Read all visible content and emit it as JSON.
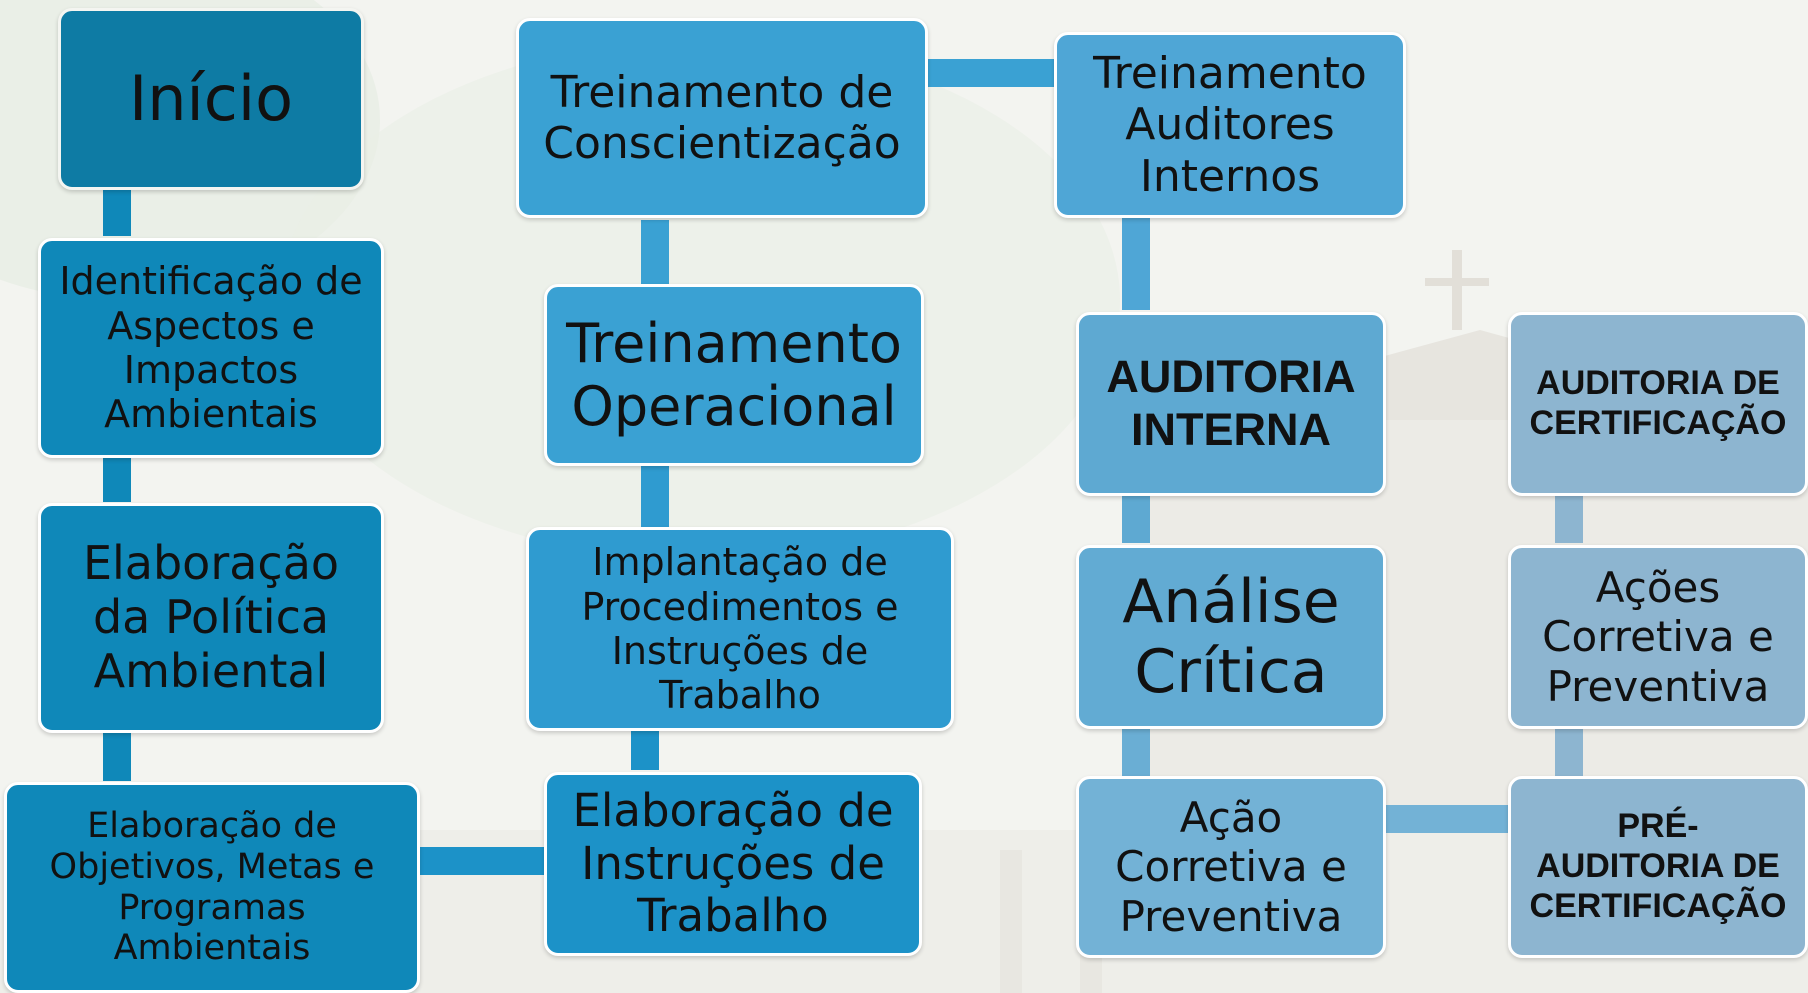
{
  "colors": {
    "col1": "#0f88b9",
    "col1_top": "#0e7ba4",
    "col2": "#3aa1d3",
    "col2_dark": "#1c92c8",
    "col3_light": "#4fa6d6",
    "col3_mid": "#5ea9d2",
    "col3_pale": "#73b2d6",
    "col4": "#8db5d0"
  },
  "boxes": {
    "inicio": "Início",
    "identificacao": "Identificação de\nAspectos e\nImpactos\nAmbientais",
    "politica": "Elaboração\nda Política\nAmbiental",
    "objetivos": "Elaboração de\nObjetivos, Metas e\nProgramas\nAmbientais",
    "conscientizacao": "Treinamento de\nConscientização",
    "operacional": "Treinamento\nOperacional",
    "implantacao": "Implantação de\nProcedimentos e\nInstruções de\nTrabalho",
    "instrucoes": "Elaboração de\nInstruções de\nTrabalho",
    "auditores": "Treinamento\nAuditores\nInternos",
    "auditoria_interna": "AUDITORIA\nINTERNA",
    "analise": "Análise\nCrítica",
    "acao_corretiva": "Ação\nCorretiva e\nPreventiva",
    "auditoria_certificacao": "AUDITORIA DE\nCERTIFICAÇÃO",
    "acoes_corretiva": "Ações\nCorretiva e\nPreventiva",
    "pre_auditoria": "PRÉ-\nAUDITORIA DE\nCERTIFICAÇÃO"
  }
}
